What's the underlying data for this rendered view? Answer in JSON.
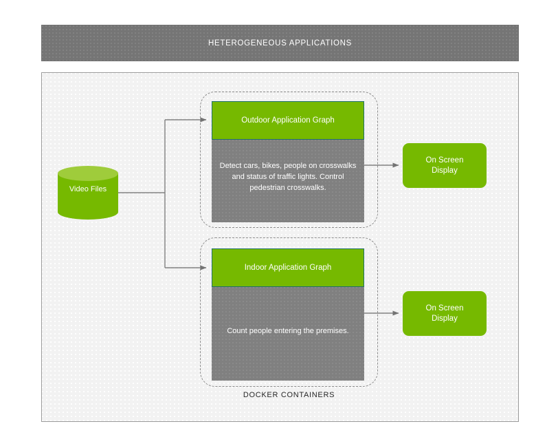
{
  "header": {
    "title": "HETEROGENEOUS APPLICATIONS"
  },
  "source": {
    "label": "Video Files",
    "shape": "cylinder-database"
  },
  "docker": {
    "caption": "DOCKER CONTAINERS"
  },
  "applications": [
    {
      "id": "outdoor",
      "title": "Outdoor Application Graph",
      "description": "Detect cars, bikes, people on crosswalks and status of traffic lights. Control pedestrian crosswalks.",
      "output": {
        "label_line1": "On Screen",
        "label_line2": "Display"
      }
    },
    {
      "id": "indoor",
      "title": "Indoor Application Graph",
      "description": "Count people entering the premises.",
      "output": {
        "label_line1": "On Screen",
        "label_line2": "Display"
      }
    }
  ],
  "colors": {
    "brand_green": "#76b900",
    "green_light": "#9fcc3b",
    "header_gray": "#757575",
    "body_gray": "#808080",
    "panel_bg": "#f2f2f2",
    "connector": "#808080",
    "dashed_border": "#8c8c8c",
    "card_border": "#1f6f6b",
    "text_light": "#ffffff",
    "text_dark": "#262626"
  }
}
